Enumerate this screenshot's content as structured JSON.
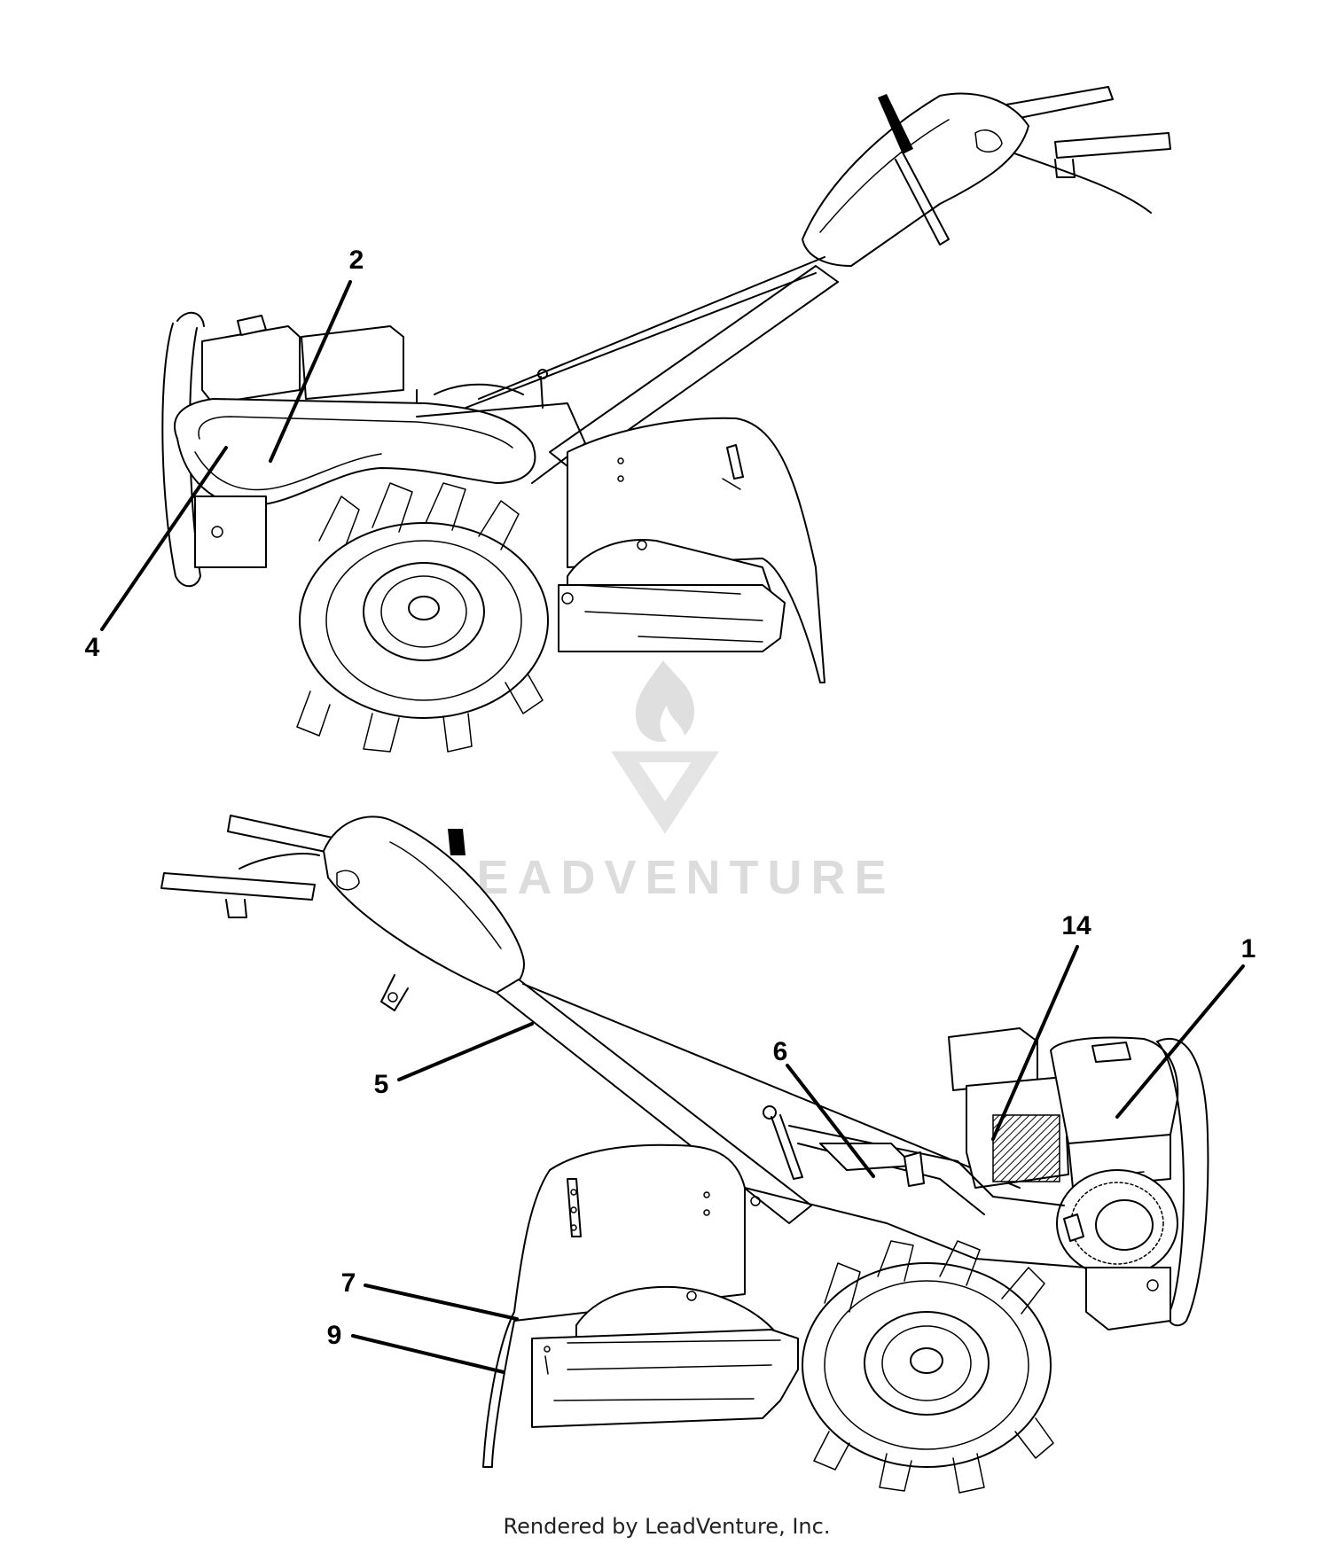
{
  "callouts": {
    "c2": "2",
    "c4": "4",
    "c14": "14",
    "c1": "1",
    "c6": "6",
    "c5": "5",
    "c7": "7",
    "c9": "9"
  },
  "watermark": {
    "text": "LEADVENTURE"
  },
  "footer": {
    "text": "Rendered by LeadVenture, Inc."
  }
}
